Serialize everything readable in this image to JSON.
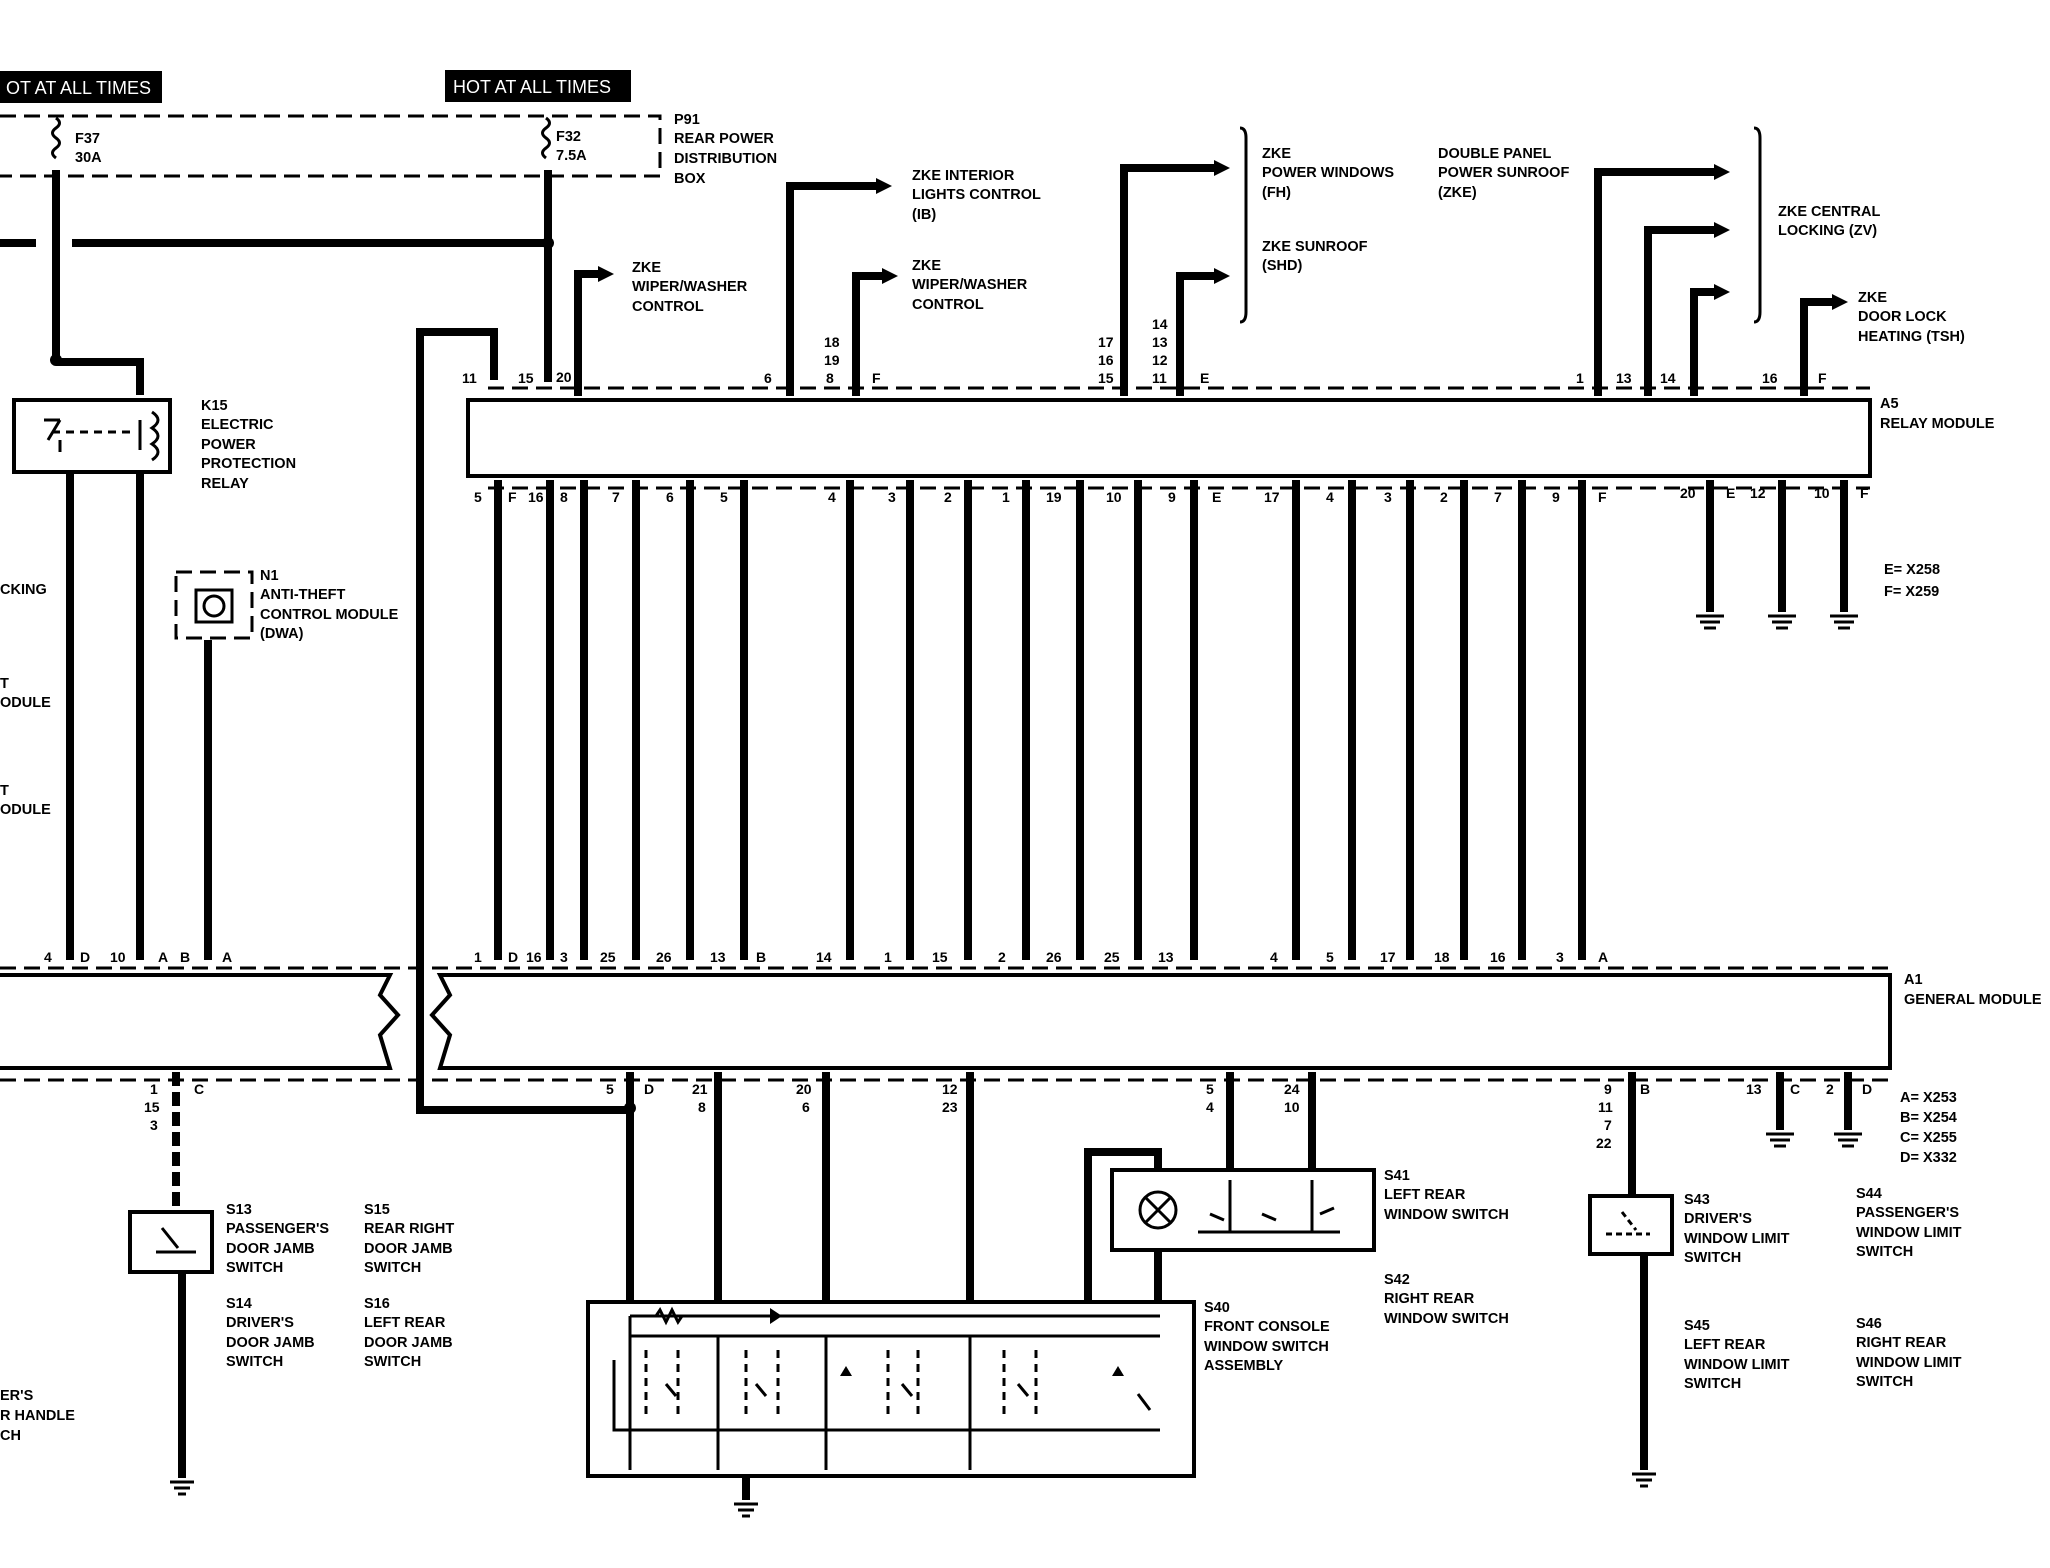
{
  "banners": {
    "left": "OT AT ALL TIMES",
    "center": "HOT AT ALL TIMES"
  },
  "fuses": {
    "f37": {
      "name": "F37",
      "rating": "30A"
    },
    "f32": {
      "name": "F32",
      "rating": "7.5A"
    }
  },
  "p91": {
    "lines": [
      "P91",
      "REAR POWER",
      "DISTRIBUTION",
      "BOX"
    ]
  },
  "k15": {
    "lines": [
      "K15",
      "ELECTRIC",
      "POWER",
      "PROTECTION",
      "RELAY"
    ]
  },
  "n1": {
    "lines": [
      "N1",
      "ANTI-THEFT",
      "CONTROL MODULE",
      "(DWA)"
    ]
  },
  "left_fragments": [
    "CKING",
    "T",
    "ODULE",
    "T",
    "ODULE",
    "ER'S",
    "R HANDLE",
    "CH"
  ],
  "outputs": {
    "wiper1": [
      "ZKE",
      "WIPER/WASHER",
      "CONTROL"
    ],
    "interior": [
      "ZKE INTERIOR",
      "LIGHTS CONTROL",
      "(IB)"
    ],
    "wiper2": [
      "ZKE",
      "WIPER/WASHER",
      "CONTROL"
    ],
    "windows": [
      "ZKE",
      "POWER WINDOWS",
      "(FH)"
    ],
    "sunroof": [
      "ZKE SUNROOF",
      "(SHD)"
    ],
    "double": [
      "DOUBLE PANEL",
      "POWER SUNROOF",
      "(ZKE)"
    ],
    "central": [
      "ZKE CENTRAL",
      "LOCKING (ZV)"
    ],
    "doorlock": [
      "ZKE",
      "DOOR LOCK",
      "HEATING (TSH)"
    ]
  },
  "a5": {
    "lines": [
      "A5",
      "RELAY MODULE"
    ]
  },
  "a5_top_pins": [
    "11",
    "15",
    "20",
    "6",
    "18",
    "19",
    "8",
    "F",
    "17",
    "16",
    "15",
    "14",
    "13",
    "12",
    "11",
    "E",
    "1",
    "13",
    "14",
    "16",
    "F"
  ],
  "a5_bottom_pins": [
    "5",
    "F",
    "16",
    "8",
    "7",
    "6",
    "5",
    "4",
    "3",
    "2",
    "1",
    "19",
    "10",
    "9",
    "E",
    "17",
    "4",
    "3",
    "2",
    "7",
    "9",
    "F",
    "20",
    "E",
    "12",
    "10",
    "F"
  ],
  "a5_legend": [
    "E= X258",
    "F= X259"
  ],
  "a1": {
    "lines": [
      "A1",
      "GENERAL MODULE"
    ]
  },
  "a1_top_pins": [
    "4",
    "D",
    "10",
    "A",
    "B",
    "A",
    "1",
    "D",
    "16",
    "3",
    "25",
    "26",
    "13",
    "B",
    "14",
    "1",
    "15",
    "2",
    "26",
    "25",
    "13",
    "4",
    "5",
    "17",
    "18",
    "16",
    "3",
    "A"
  ],
  "a1_bottom_pins": [
    "1",
    "15",
    "3",
    "C",
    "5",
    "D",
    "21",
    "8",
    "20",
    "6",
    "12",
    "23",
    "5",
    "4",
    "24",
    "10",
    "9",
    "11",
    "7",
    "22",
    "B",
    "13",
    "C",
    "2",
    "D"
  ],
  "a1_legend": [
    "A= X253",
    "B= X254",
    "C= X255",
    "D= X332"
  ],
  "switches": {
    "s13": [
      "S13",
      "PASSENGER'S",
      "DOOR JAMB",
      "SWITCH"
    ],
    "s15": [
      "S15",
      "REAR RIGHT",
      "DOOR JAMB",
      "SWITCH"
    ],
    "s14": [
      "S14",
      "DRIVER'S",
      "DOOR JAMB",
      "SWITCH"
    ],
    "s16": [
      "S16",
      "LEFT REAR",
      "DOOR JAMB",
      "SWITCH"
    ],
    "s40": [
      "S40",
      "FRONT CONSOLE",
      "WINDOW SWITCH",
      "ASSEMBLY"
    ],
    "s41": [
      "S41",
      "LEFT REAR",
      "WINDOW SWITCH"
    ],
    "s42": [
      "S42",
      "RIGHT REAR",
      "WINDOW SWITCH"
    ],
    "s43": [
      "S43",
      "DRIVER'S",
      "WINDOW LIMIT",
      "SWITCH"
    ],
    "s44": [
      "S44",
      "PASSENGER'S",
      "WINDOW LIMIT",
      "SWITCH"
    ],
    "s45": [
      "S45",
      "LEFT REAR",
      "WINDOW LIMIT",
      "SWITCH"
    ],
    "s46": [
      "S46",
      "RIGHT REAR",
      "WINDOW LIMIT",
      "SWITCH"
    ]
  }
}
